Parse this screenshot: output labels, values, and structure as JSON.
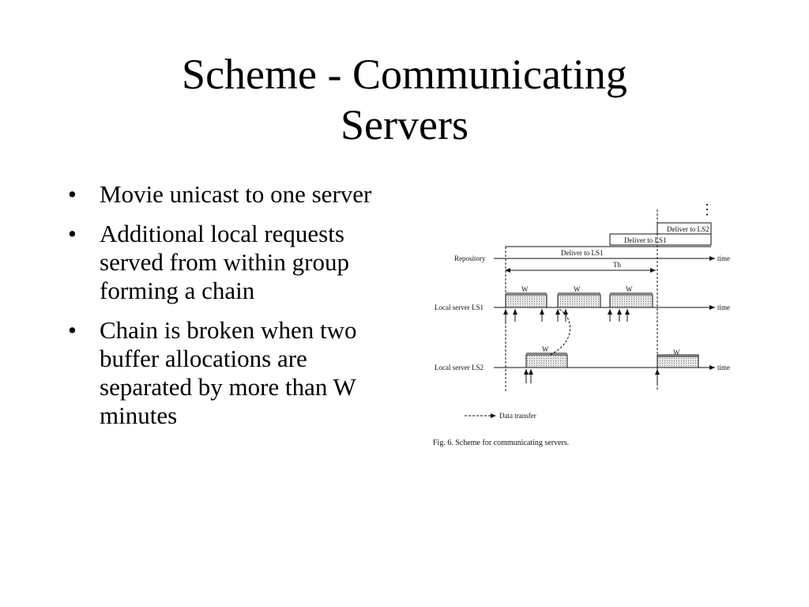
{
  "slide": {
    "title_lines": [
      "Scheme - Communicating",
      "Servers"
    ],
    "bullets": [
      "Movie unicast to one server",
      "Additional local requests served from within group forming a chain",
      "Chain is broken when two buffer allocations are separated by more than W minutes"
    ],
    "bullet_glyph": "•"
  },
  "figure": {
    "rows": {
      "repository": "Repository",
      "ls1": "Local server LS1",
      "ls2": "Local server LS2"
    },
    "time_label": "time",
    "deliveries": [
      "Deliver to LS1",
      "Deliver to LS1",
      "Deliver to LS2"
    ],
    "th_label": "Th",
    "buffer_label": "W",
    "legend_label": "Data transfer",
    "caption": "Fig. 6.   Scheme for communicating servers.",
    "ellipsis": "⋮"
  }
}
